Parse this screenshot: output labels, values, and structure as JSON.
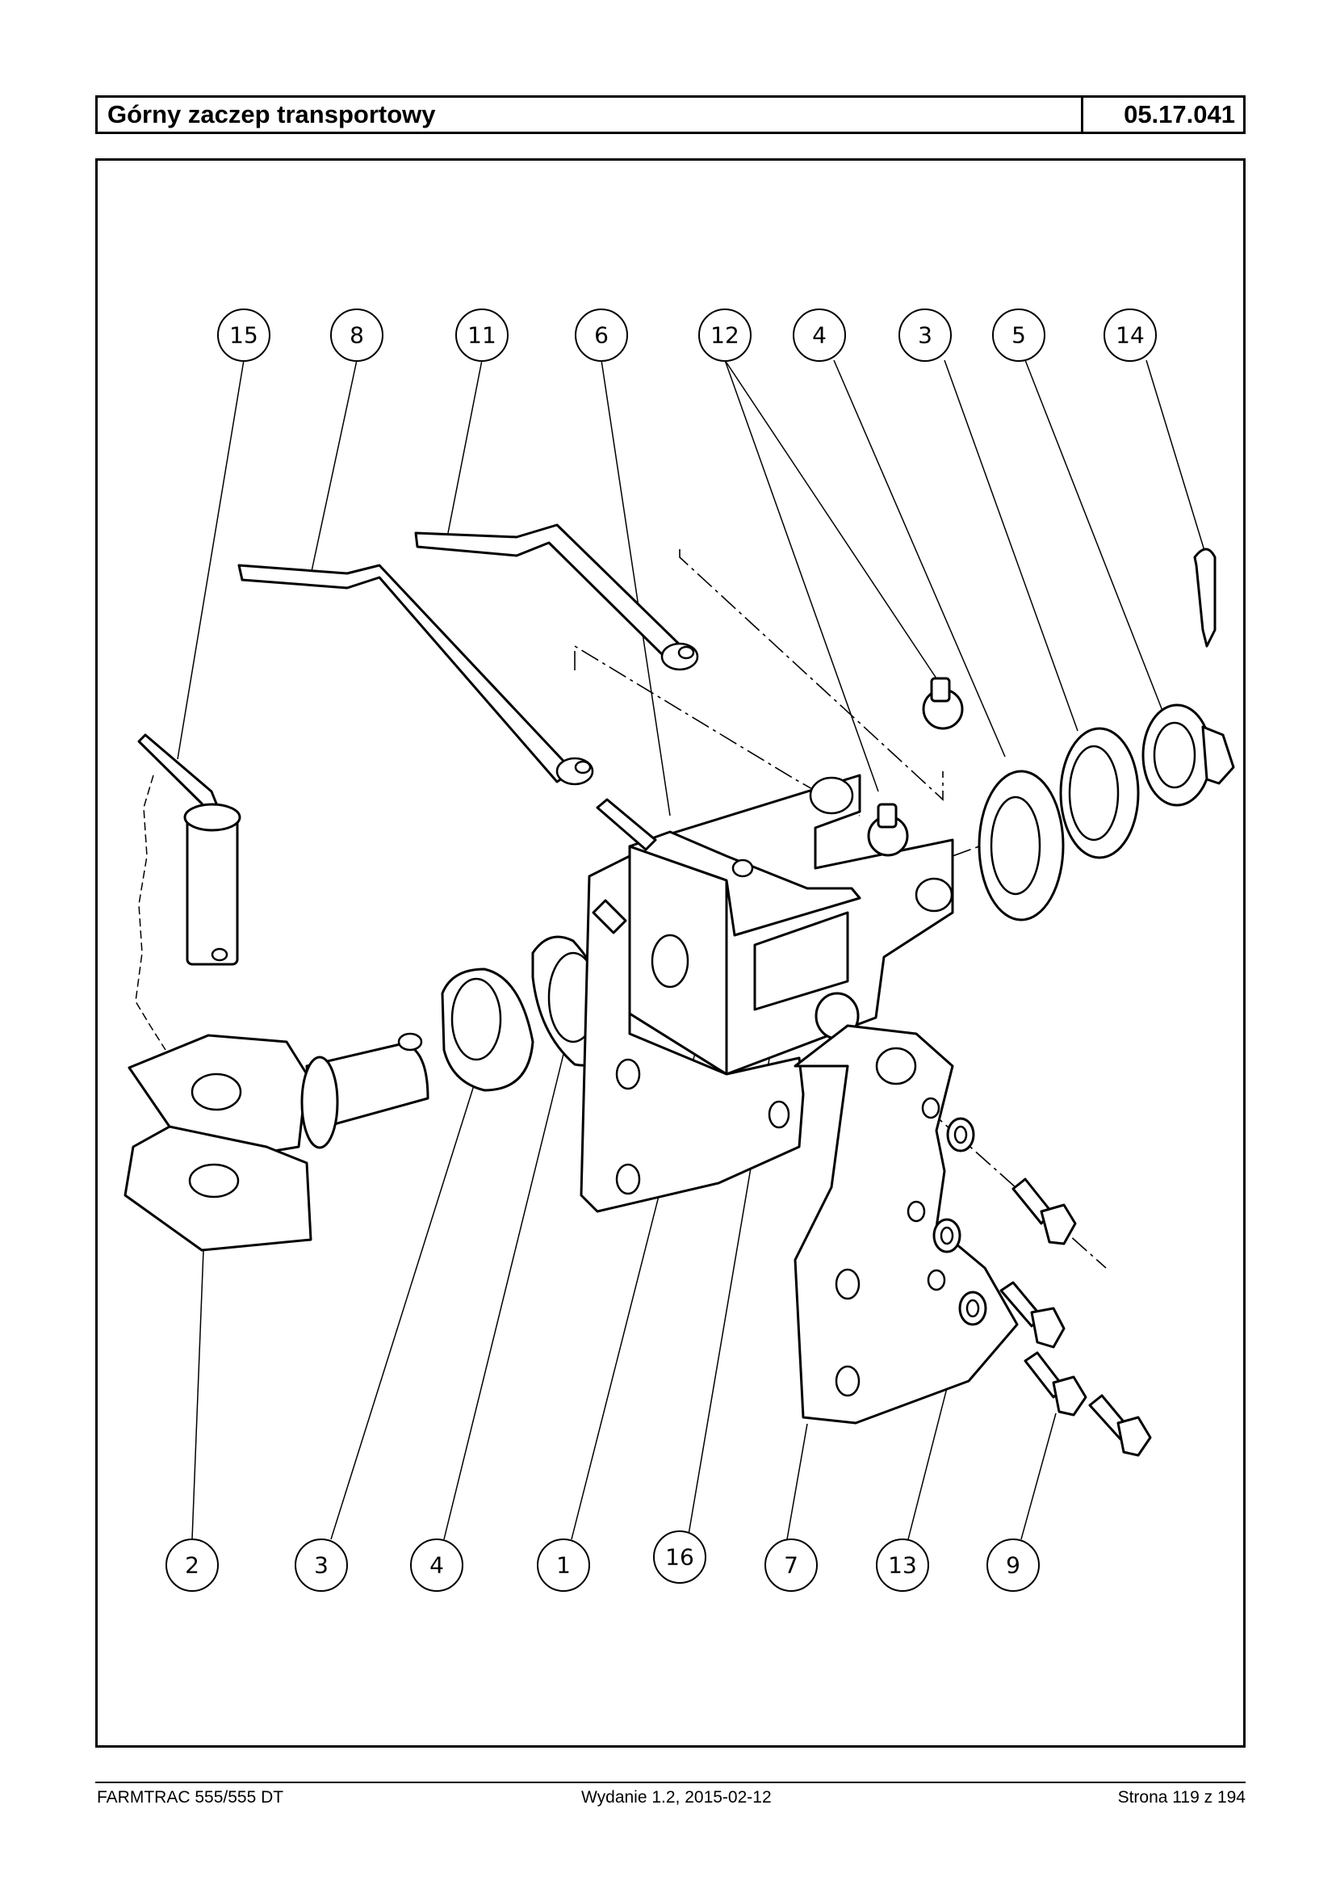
{
  "header": {
    "title": "Górny zaczep transportowy",
    "code": "05.17.041"
  },
  "diagram": {
    "callouts_top": [
      "15",
      "8",
      "11",
      "6",
      "12",
      "4",
      "3",
      "5",
      "14"
    ],
    "callouts_bottom": [
      "2",
      "3",
      "4",
      "1",
      "16",
      "7",
      "13",
      "9"
    ]
  },
  "footer": {
    "left": "FARMTRAC 555/555 DT",
    "center": "Wydanie 1.2,  2015-02-12",
    "right": "Strona 119 z 194"
  }
}
